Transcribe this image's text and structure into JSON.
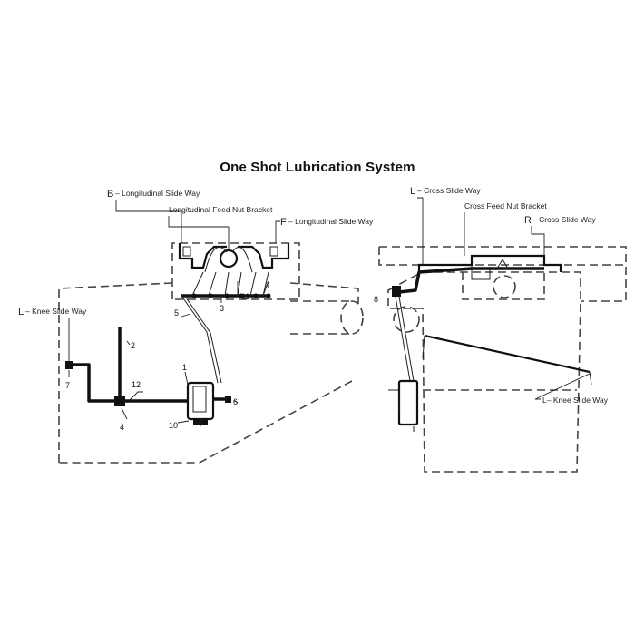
{
  "title": "One Shot Lubrication System",
  "left_view": {
    "labels": {
      "b_letter": "B",
      "b_text": "– Longitudinal Slide Way",
      "nut_bracket": "Longitudinal Feed Nut Bracket",
      "f_letter": "F",
      "f_text": "– Longitudinal Slide Way",
      "l_letter": "L",
      "l_text": "– Knee Slide Way"
    },
    "numbers": [
      "1",
      "2",
      "3",
      "4",
      "5",
      "6",
      "7",
      "9",
      "10",
      "11",
      "12"
    ]
  },
  "right_view": {
    "labels": {
      "l_letter": "L",
      "l_text": "– Cross Slide Way",
      "nut_bracket": "Cross Feed Nut Bracket",
      "r_letter": "R",
      "r_text": "– Cross Slide Way",
      "knee_text": "L– Knee Slide Way"
    },
    "numbers": [
      "8"
    ]
  }
}
